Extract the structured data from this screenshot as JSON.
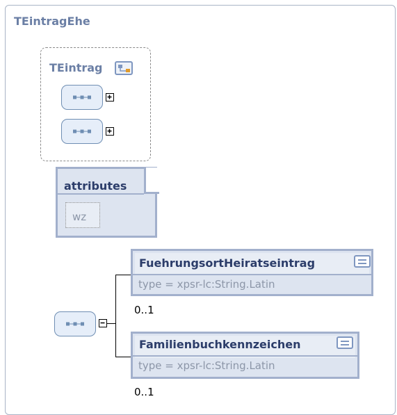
{
  "complex_type": {
    "name": "TEintragEhe"
  },
  "base_type": {
    "name": "TEintrag"
  },
  "attributes": {
    "title": "attributes",
    "items": [
      {
        "name": "wz"
      }
    ]
  },
  "elements": [
    {
      "name": "FuehrungsortHeiratseintrag",
      "type_label": "type = xpsr-lc:String.Latin",
      "cardinality": "0..1"
    },
    {
      "name": "Familienbuchkennzeichen",
      "type_label": "type = xpsr-lc:String.Latin",
      "cardinality": "0..1"
    }
  ]
}
